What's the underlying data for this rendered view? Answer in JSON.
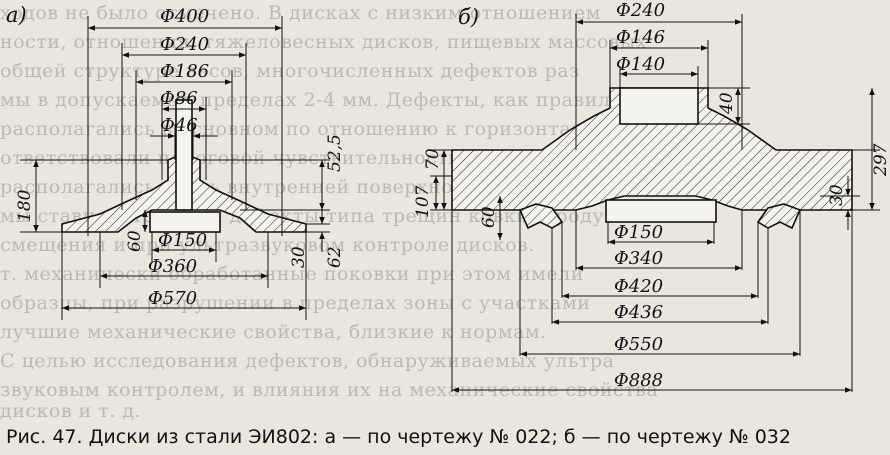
{
  "background_text": [
    "ходов не было отмечено. В дисках с низким отношением",
    "ности, отношения, тяжеловесных дисков, пищевых массовых",
    "общей структуре весов, многочисленных дефектов раз",
    "мы в допускаемых пределах 2-4 мм. Дефекты, как правило,",
    "располагались в основном по отношению к горизонтали и со",
    "ответствовали пороговой чувствительности дефектоскопии,",
    "располагались вдоль внутренней поверхности, с участками",
    "мы ставили при этом дефекты типа трещин ковки, проду",
    "смещения и при ультразвуковом контроле дисков.",
    "т. механически обработанные поковки при этом имели",
    "образцы, при разрушении в пределах зоны с участками",
    "лучшие механические свойства, близкие к нормам.",
    "С целью исследования дефектов, обнаруживаемых ультра",
    "звуковым контролем, и влияния их на механические свойства",
    "дисков и т. д."
  ],
  "panel_a": {
    "label": "а)",
    "dims": {
      "d400": "Φ400",
      "d240": "Φ240",
      "d186": "Φ186",
      "d86": "Φ86",
      "d46": "Φ46",
      "h525": "52,5",
      "h180": "180",
      "h60": "60",
      "d150": "Φ150",
      "d360": "Φ360",
      "d570": "Φ570",
      "h30": "30",
      "h62": "62"
    }
  },
  "panel_b": {
    "label": "б)",
    "dims": {
      "d240": "Φ240",
      "d146": "Φ146",
      "d140": "Φ140",
      "h40": "40",
      "h70": "70",
      "h107": "107",
      "h60": "60",
      "h30": "30",
      "h297": "297",
      "d150": "Φ150",
      "d340": "Φ340",
      "d420": "Φ420",
      "d436": "Φ436",
      "d550": "Φ550",
      "d888": "Φ888"
    }
  },
  "caption": "Рис. 47. Диски из стали ЭИ802: а — по чертежу № 022; б — по чертежу № 032"
}
